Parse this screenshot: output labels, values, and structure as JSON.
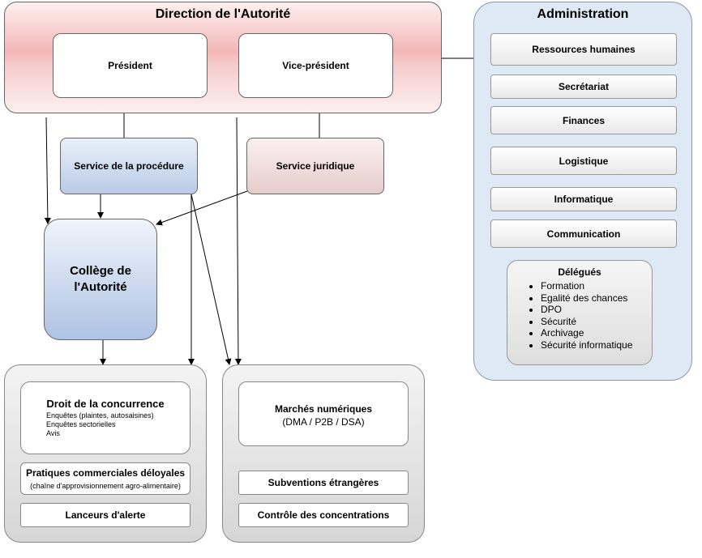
{
  "direction": {
    "title": "Direction de l'Autorité",
    "president": "Président",
    "vice_president": "Vice-président"
  },
  "administration": {
    "title": "Administration",
    "items": [
      "Ressources humaines",
      "Secrétariat",
      "Finances",
      "Logistique",
      "Informatique",
      "Communication"
    ],
    "delegues": {
      "title": "Délégués",
      "items": [
        "Formation",
        "Egalité des chances",
        "DPO",
        "Sécurité",
        "Archivage",
        "Sécurité informatique"
      ]
    }
  },
  "services": {
    "procedure": "Service de la procédure",
    "juridique": "Service juridique"
  },
  "college": {
    "line1": "Collège de",
    "line2": "l'Autorité"
  },
  "left_group": {
    "droit": {
      "title": "Droit de la concurrence",
      "lines": [
        "Enquêtes (plaintes, autosaisines)",
        "Enquêtes sectorielles",
        "Avis"
      ]
    },
    "pratiques": {
      "title": "Pratiques commerciales déloyales",
      "subtitle": "(chaîne d'approvisionnement agro-alimentaire)"
    },
    "lanceurs": "Lanceurs d'alerte"
  },
  "right_group": {
    "marches": {
      "title": "Marchés numériques",
      "subtitle": "(DMA / P2B / DSA)"
    },
    "subventions": "Subventions étrangères",
    "controle": "Contrôle des concentrations"
  }
}
